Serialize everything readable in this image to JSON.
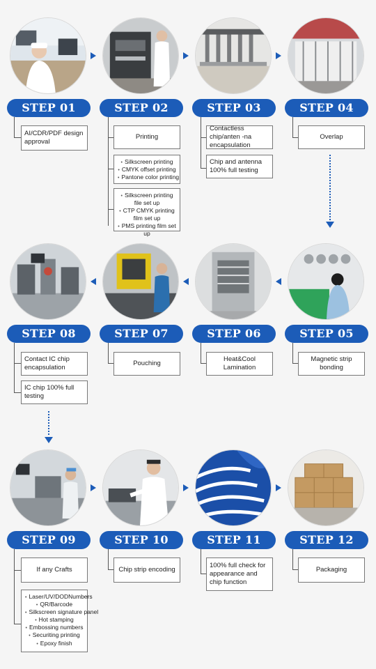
{
  "steps": [
    {
      "label": "STEP 01",
      "boxes": [
        "AI/CDR/PDF design approval"
      ]
    },
    {
      "label": "STEP 02",
      "boxes": [
        "Printing"
      ],
      "lists": [
        [
          "Silkscreen printing",
          "CMYK offset printing",
          "Pantone color printing"
        ],
        [
          "Silkscreen printing file set up",
          "CTP CMYK printing film set up",
          "PMS printing film set up"
        ]
      ]
    },
    {
      "label": "STEP 03",
      "boxes": [
        "Contactless chip/anten -na encapsulation",
        "Chip and antenna 100% full testing"
      ]
    },
    {
      "label": "STEP 04",
      "boxes": [
        "Overlap"
      ]
    },
    {
      "label": "STEP 05",
      "boxes": [
        "Magnetic strip bonding"
      ]
    },
    {
      "label": "STEP 06",
      "boxes": [
        "Heat&Cool Lamination"
      ]
    },
    {
      "label": "STEP 07",
      "boxes": [
        "Pouching"
      ]
    },
    {
      "label": "STEP 08",
      "boxes": [
        "Contact IC chip encapsulation",
        "IC chip 100% full testing"
      ]
    },
    {
      "label": "STEP 09",
      "boxes": [
        "If any Crafts"
      ],
      "lists": [
        [
          "Laser/UV/DODNumbers",
          "QR/Barcode",
          "Silkscreen signature panel",
          "Hot stamping",
          "Embossing numbers",
          "Securiting printing",
          "Epoxy finish"
        ]
      ]
    },
    {
      "label": "STEP 10",
      "boxes": [
        "Chip strip encoding"
      ]
    },
    {
      "label": "STEP 11",
      "boxes": [
        "100% full check for appearance and chip function"
      ]
    },
    {
      "label": "STEP 12",
      "boxes": [
        "Packaging"
      ]
    }
  ],
  "colors": {
    "accent": "#1c5cb8",
    "background": "#f5f5f5",
    "box_border": "#777777"
  }
}
